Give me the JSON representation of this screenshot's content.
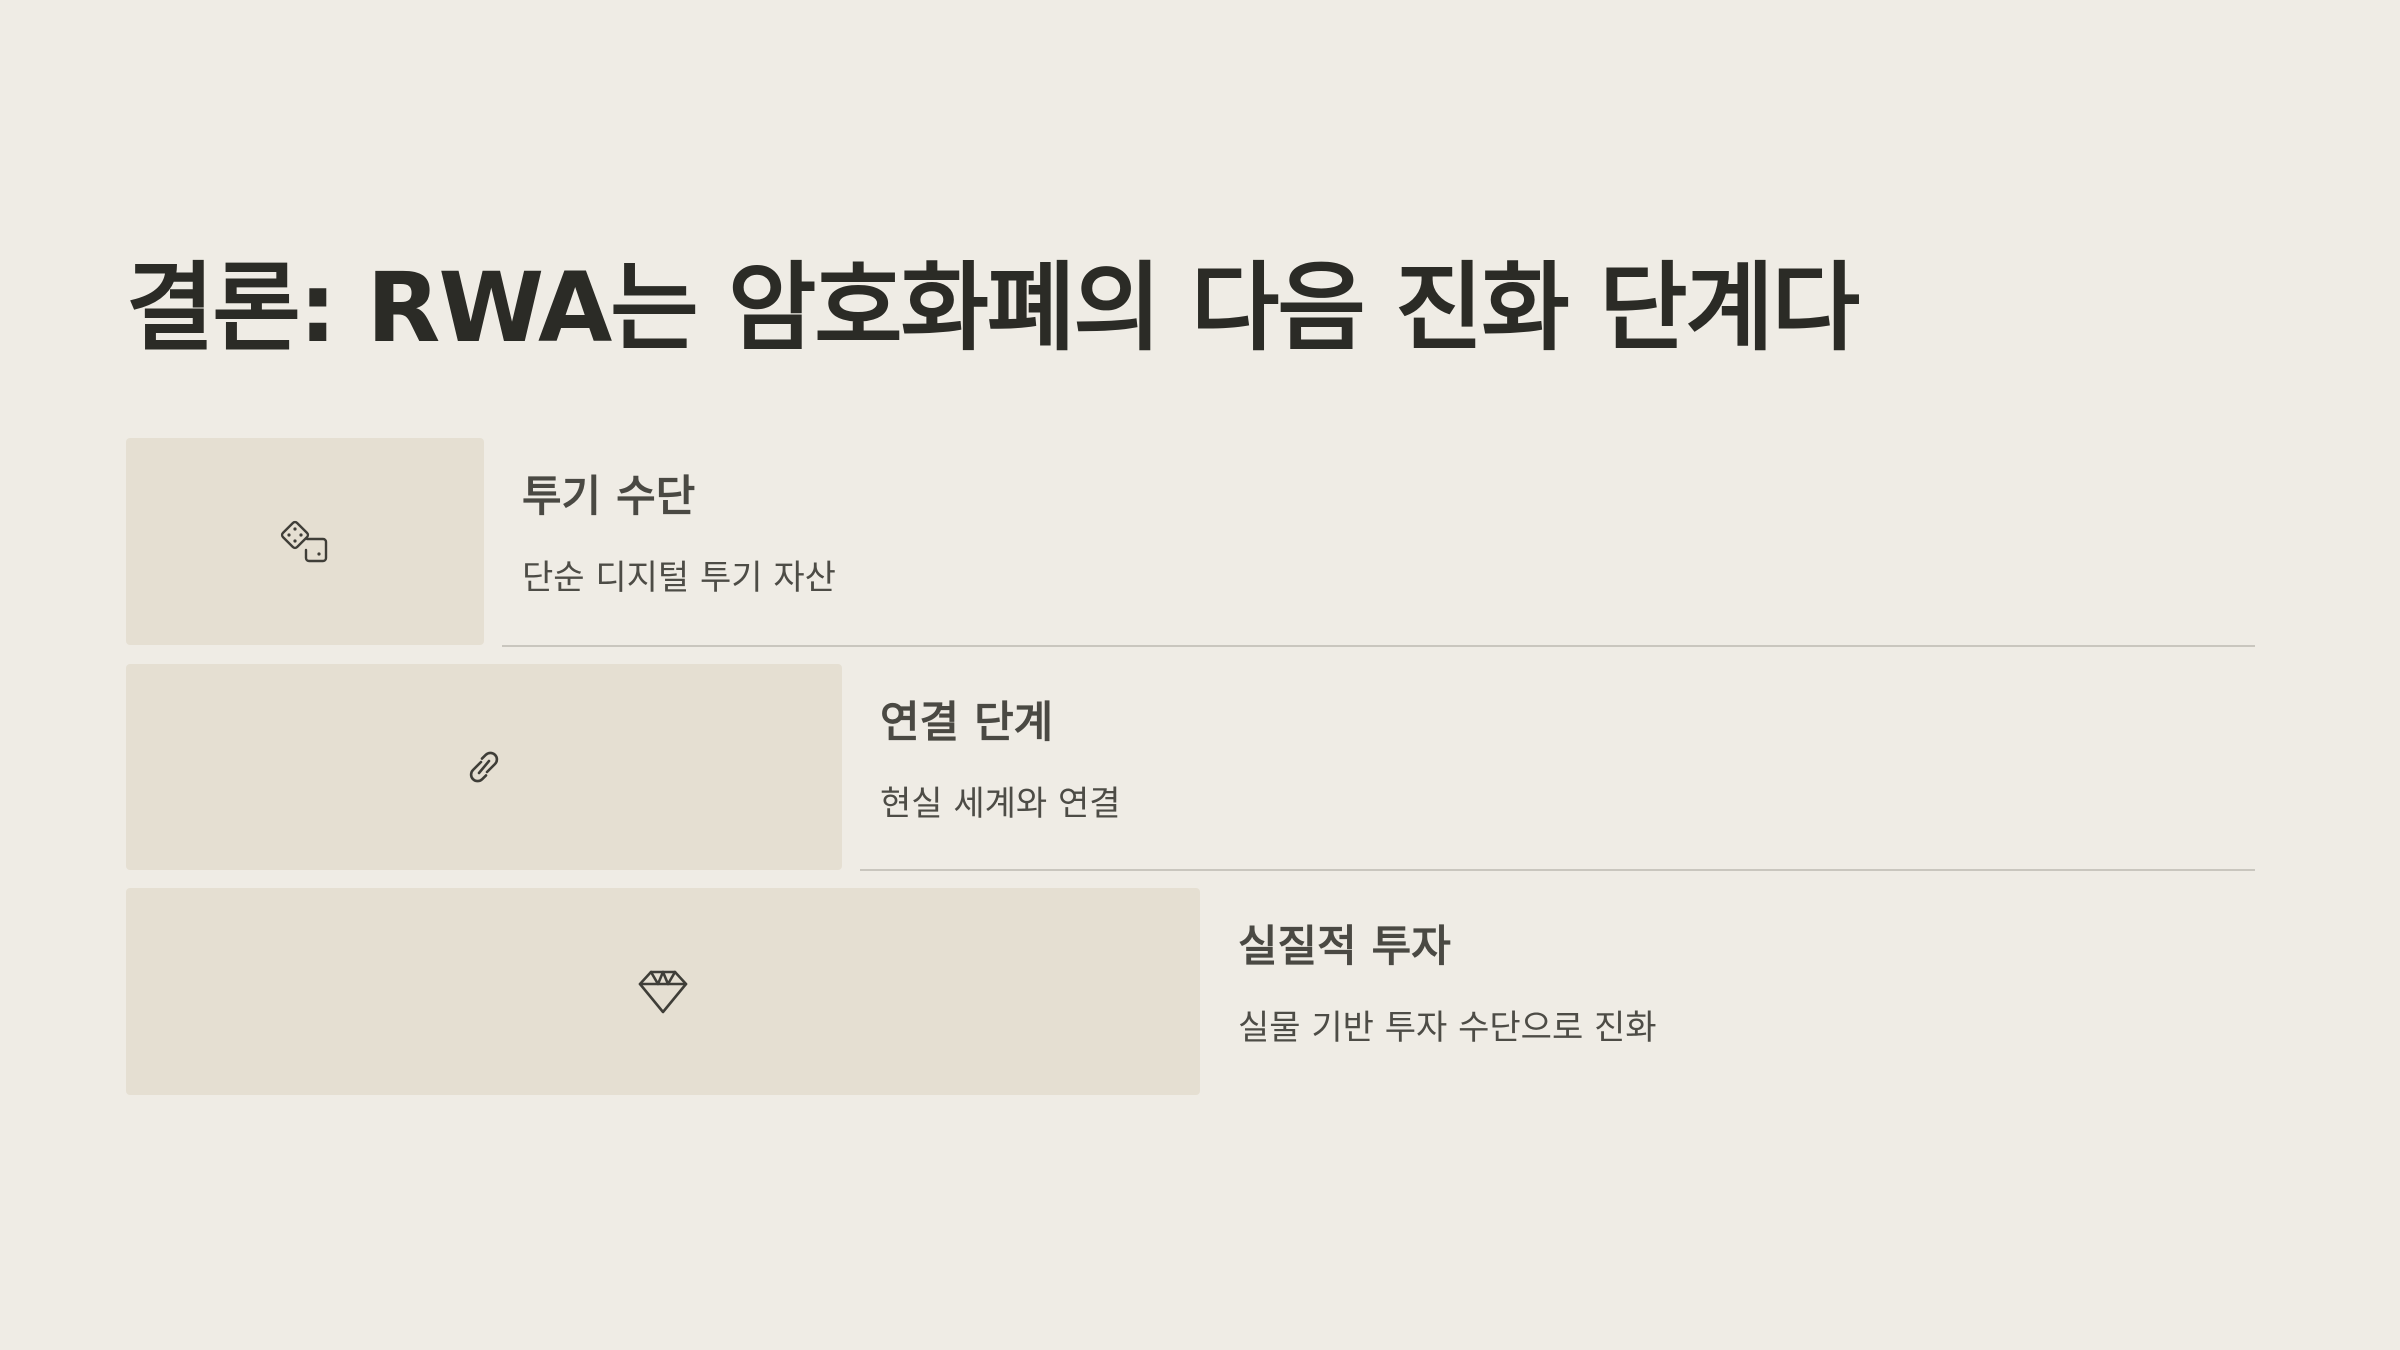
{
  "slide": {
    "title": "결론: RWA는 암호화폐의 다음 진화 단계다"
  },
  "steps": [
    {
      "icon": "dice-icon",
      "heading": "투기 수단",
      "description": "단순 디지털 투기 자산"
    },
    {
      "icon": "link-icon",
      "heading": "연결 단계",
      "description": "현실 세계와 연결"
    },
    {
      "icon": "diamond-icon",
      "heading": "실질적 투자",
      "description": "실물 기반 투자 수단으로 진화"
    }
  ],
  "colors": {
    "background": "#efece5",
    "box": "#e5dfd2",
    "title": "#2b2b26",
    "divider": "#c9c6be"
  }
}
